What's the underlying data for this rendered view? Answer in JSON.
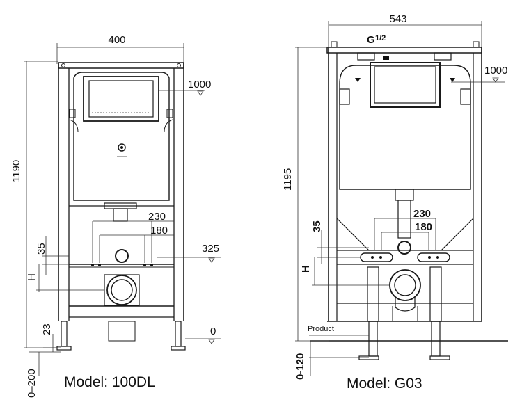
{
  "diagram_a": {
    "model_label": "Model: 100DL",
    "width": "400",
    "height": "1190",
    "flush_height": "1000",
    "pipe_spacing_outer": "230",
    "pipe_spacing_inner": "180",
    "pipe_offset": "35",
    "outlet_height": "325",
    "h_label": "H",
    "floor_offset": "23",
    "floor_zero": "0",
    "adjust_range": "0–200"
  },
  "diagram_b": {
    "model_label": "Model: G03",
    "width": "543",
    "height": "1195",
    "flush_height": "1000",
    "inlet_label": "G",
    "inlet_fraction": "1/2",
    "pipe_spacing_outer": "230",
    "pipe_spacing_inner": "180",
    "pipe_offset": "35",
    "h_label": "H",
    "product_label": "Product",
    "adjust_range": "0-120"
  }
}
